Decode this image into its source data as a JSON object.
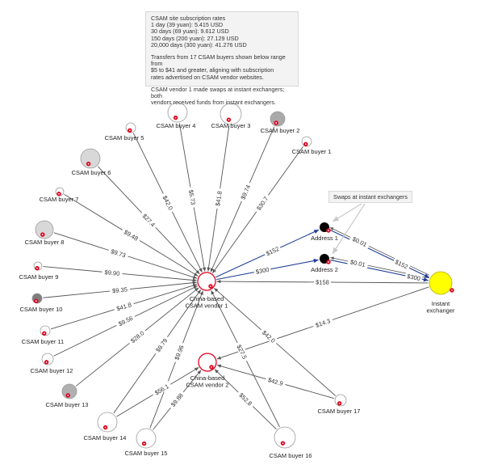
{
  "info": {
    "title": "CSAM site subscription rates",
    "rates": [
      "1 day (39 yuan): 5.415 USD",
      "30 days (69 yuan): 9.612 USD",
      "150 days (200 yuan): 27.129 USD",
      "20,000 days (300 yuan): 41.276 USD"
    ],
    "transfers": [
      "Transfers from 17 CSAM buyers shown below range from",
      "$5 to $41 and greater, aligning with subscription",
      "rates advertised on CSAM vendor websites."
    ],
    "swaps": [
      "CSAM vendor 1 made swaps at instant exchangers; both",
      "vendors received funds from instant exchangers."
    ]
  },
  "callout": "Swaps at instant exchangers",
  "colors": {
    "red": "#e3001b",
    "blue": "#1f3f95",
    "edge": "#555555",
    "yellow": "#ffff00"
  },
  "nodes": {
    "vendor1": {
      "label": [
        "China-based",
        "CSAM vendor 1"
      ]
    },
    "vendor2": {
      "label": [
        "China-based",
        "CSAM vendor 2"
      ]
    },
    "exchanger": {
      "label": [
        "Instant",
        "exchanger"
      ]
    },
    "address1": {
      "label": [
        "Address 1"
      ]
    },
    "address2": {
      "label": [
        "Address 2"
      ]
    },
    "buyers": [
      {
        "label": "CSAM buyer 1"
      },
      {
        "label": "CSAM buyer 2"
      },
      {
        "label": "CSAM buyer 3"
      },
      {
        "label": "CSAM buyer 4"
      },
      {
        "label": "CSAM buyer 5"
      },
      {
        "label": "CSAM buyer 6"
      },
      {
        "label": "CSAM buyer 7"
      },
      {
        "label": "CSAM buyer 8"
      },
      {
        "label": "CSAM buyer 9"
      },
      {
        "label": "CSAM buyer 10"
      },
      {
        "label": "CSAM buyer 11"
      },
      {
        "label": "CSAM buyer 12"
      },
      {
        "label": "CSAM buyer 13"
      },
      {
        "label": "CSAM buyer 14"
      },
      {
        "label": "CSAM buyer 15"
      },
      {
        "label": "CSAM buyer 16"
      },
      {
        "label": "CSAM buyer 17"
      }
    ]
  },
  "edges": {
    "buyers_to_vendor1": [
      {
        "buyer": 1,
        "amount": "$30.7"
      },
      {
        "buyer": 2,
        "amount": "$9.74"
      },
      {
        "buyer": 3,
        "amount": "$41.8"
      },
      {
        "buyer": 4,
        "amount": "$5.73"
      },
      {
        "buyer": 5,
        "amount": "$42.0"
      },
      {
        "buyer": 6,
        "amount": "$27.4"
      },
      {
        "buyer": 7,
        "amount": "$9.48"
      },
      {
        "buyer": 8,
        "amount": "$9.73"
      },
      {
        "buyer": 9,
        "amount": "$9.90"
      },
      {
        "buyer": 10,
        "amount": "$9.35"
      },
      {
        "buyer": 11,
        "amount": "$41.8"
      },
      {
        "buyer": 12,
        "amount": "$9.56"
      },
      {
        "buyer": 13,
        "amount": "$28.0"
      },
      {
        "buyer": 14,
        "amount": "$9.79"
      },
      {
        "buyer": 15,
        "amount": "$9.96"
      },
      {
        "buyer": 16,
        "amount": "$27.5"
      },
      {
        "buyer": 17,
        "amount": "$42.0"
      }
    ],
    "buyers_to_vendor2": [
      {
        "buyer": 14,
        "amount": "$56.1"
      },
      {
        "buyer": 15,
        "amount": "$9.88"
      },
      {
        "buyer": 16,
        "amount": "$52.8"
      },
      {
        "buyer": 17,
        "amount": "$42.9"
      }
    ],
    "vendor1_to_address1": "$152",
    "vendor1_to_address2": "$300",
    "address1_to_exchanger": "$0.01",
    "address2_to_exchanger": "$0.01",
    "address1_to_exchanger_2": "$152",
    "address2_to_exchanger_2": "$300",
    "exchanger_to_vendor1": "$158",
    "exchanger_to_vendor2": "$14.3"
  }
}
